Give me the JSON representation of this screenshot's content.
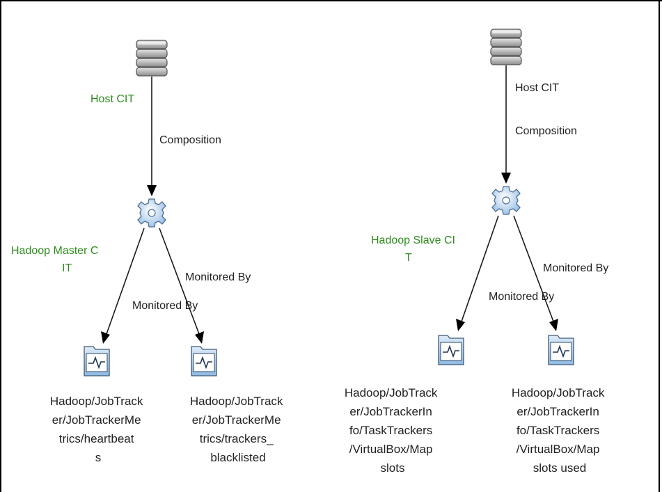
{
  "colors": {
    "ci_label": "#2e8b1e",
    "text": "#1f1f1f",
    "icon_blue": "#9fc6ea"
  },
  "left": {
    "host_label": "Host CIT",
    "edge_composition": "Composition",
    "master_label": [
      "Hadoop Master C",
      "IT"
    ],
    "edge_monitored_1": "Monitored By",
    "edge_monitored_2": "Monitored By",
    "monitor_a": [
      "Hadoop/JobTrack",
      "er/JobTrackerMe",
      "trics/heartbeat",
      "s"
    ],
    "monitor_b": [
      "Hadoop/JobTrack",
      "er/JobTrackerMe",
      "trics/trackers_",
      "blacklisted"
    ]
  },
  "right": {
    "host_label": "Host CIT",
    "edge_composition": "Composition",
    "slave_label": [
      "Hadoop Slave CI",
      "T"
    ],
    "edge_monitored_1": "Monitored By",
    "edge_monitored_2": "Monitored By",
    "monitor_a": [
      "Hadoop/JobTrack",
      "er/JobTrackerIn",
      "fo/TaskTrackers",
      "/VirtualBox/Map",
      "slots"
    ],
    "monitor_b": [
      "Hadoop/JobTrack",
      "er/JobTrackerIn",
      "fo/TaskTrackers",
      "/VirtualBox/Map",
      "slots used"
    ]
  },
  "icons": {
    "host": "server-icon",
    "service": "gear-icon",
    "monitor": "monitor-folder-icon"
  }
}
